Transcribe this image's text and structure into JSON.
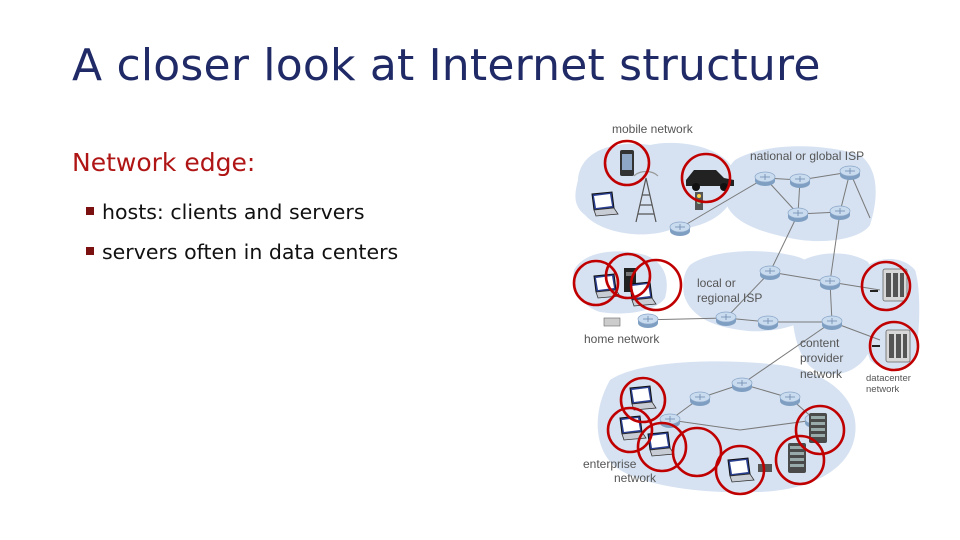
{
  "slide": {
    "title": "A closer look at Internet structure",
    "heading": "Network edge:",
    "bullets": [
      "hosts: clients and servers",
      "servers often in data centers"
    ]
  },
  "diagram": {
    "labels": {
      "mobile_network": "mobile network",
      "national_isp": "national or global ISP",
      "regional_isp_line1": "local or",
      "regional_isp_line2": "regional ISP",
      "home_network": "home network",
      "content_line1": "content",
      "content_line2": "provider",
      "content_line3": "network",
      "datacenter_line1": "datacenter",
      "datacenter_line2": "network",
      "enterprise_line1": "enterprise",
      "enterprise_line2": "network"
    }
  },
  "colors": {
    "title": "#1f2a66",
    "heading": "#b01515",
    "highlight_circle": "#c00000",
    "network_cloud": "#dce6f4",
    "router": "#a9c2dd"
  }
}
